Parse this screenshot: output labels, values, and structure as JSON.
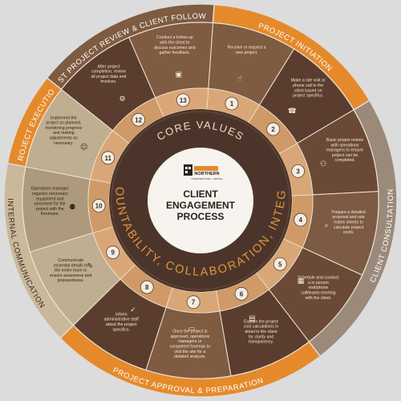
{
  "colors": {
    "background": "#dcdcdc",
    "orange": "#e58a2b",
    "dark_brown": "#5a3d2e",
    "mid_brown": "#7f5b41",
    "light_tan": "#c9b89a",
    "taupe": "#9b897a",
    "core_dark": "#3a2a22",
    "core_ring": "#4b352b",
    "ring_text": "#e3953c",
    "inner_ring": "#d6a16f",
    "number_bg": "#f3ece3"
  },
  "center": {
    "title_line1": "CLIENT",
    "title_line2": "ENGAGEMENT",
    "title_line3": "PROCESS",
    "logo_text": "NORTHERN",
    "logo_subtext": "CONSTRUCTION · CAPITAL",
    "logo_icon": "building-logo-icon"
  },
  "core": {
    "top_text": "CORE VALUES",
    "bottom_text": "ACCOUNTABILITY, COLLABORATION, INTEGRITY"
  },
  "phases": [
    {
      "label": "PROJECT INITIATION"
    },
    {
      "label": "CLIENT CONSULTATION"
    },
    {
      "label": "PROJECT APPROVAL & PREPARATION"
    },
    {
      "label": "INTERNAL COMMUNICATION"
    },
    {
      "label": "PROJECT EXECUTION"
    },
    {
      "label": "POST PROJECT REVIEW & CLIENT FOLLOW UP"
    }
  ],
  "steps": [
    {
      "number": "1",
      "icon": "hand-pointer-icon",
      "text": "Receive or request a new project."
    },
    {
      "number": "2",
      "icon": "phone-icon",
      "text": "Make a site visit or phone call to the client based on project specifics."
    },
    {
      "number": "3",
      "icon": "team-icon",
      "text": "Basic project review with operations managers to ensure project can be completed."
    },
    {
      "number": "4",
      "icon": "document-search-icon",
      "text": "Prepare a detailed proposal and rate matrix sheets to calculate project costs."
    },
    {
      "number": "5",
      "icon": "calculator-icon",
      "text": "Schedule and conduct a in person visit/phone call/teams meeting with the client."
    },
    {
      "number": "6",
      "icon": "calendar-icon",
      "text": "Explain the project cost calculations in detail to the client for clarity and transparency."
    },
    {
      "number": "7",
      "icon": "receipt-icon",
      "text": "Once the project is approved, operations managers or competent foreman to visit the site for a detailed analysis."
    },
    {
      "number": "8",
      "icon": "checkmark-icon",
      "text": "Inform administrative staff about the project specifics."
    },
    {
      "number": "9",
      "icon": "writing-hand-icon",
      "text": "Communicate essential details to the entire team to ensure awareness and preparedness."
    },
    {
      "number": "10",
      "icon": "group-icon",
      "text": "Operations manager organize necessary equipment and personnel for the project with the foremans."
    },
    {
      "number": "11",
      "icon": "person-icon",
      "text": "Implement the project as planned, monitoring progress and making adjustments as necessary."
    },
    {
      "number": "12",
      "icon": "gears-icon",
      "text": "After project completion, review all project data and invoices."
    },
    {
      "number": "13",
      "icon": "clipboard-icon",
      "text": "Conduct a follow-up with the client to discuss outcomes and gather feedback."
    }
  ]
}
